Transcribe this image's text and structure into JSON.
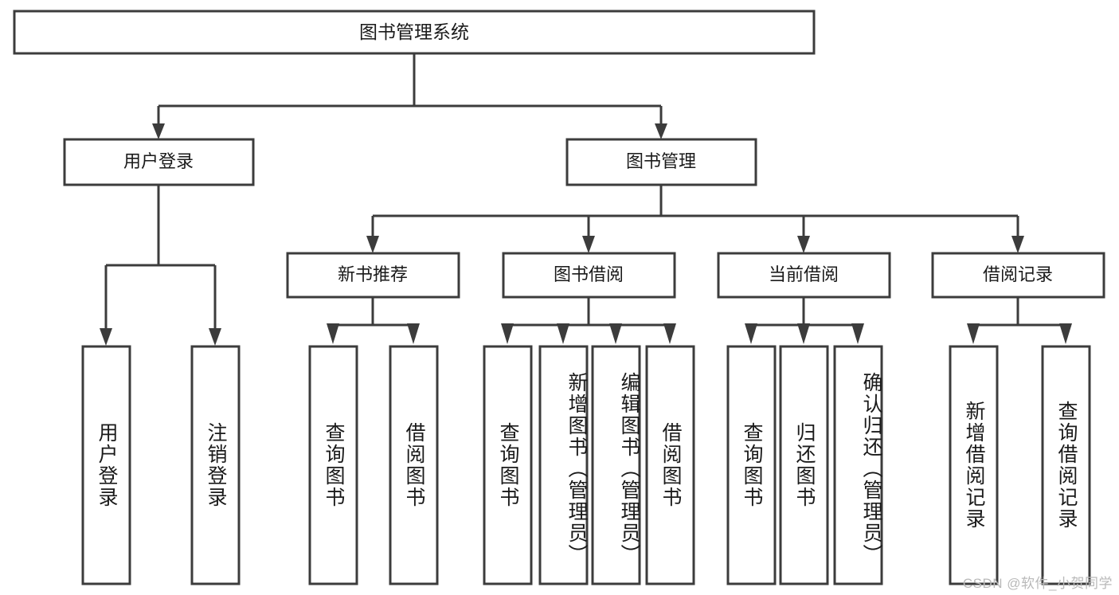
{
  "diagram": {
    "title": "图书管理系统",
    "watermark": "CSDN @软件_小贺同学",
    "colors": {
      "stroke": "#3c3c3c",
      "box_fill": "#ffffff",
      "text": "#1a1a1a",
      "background": "#ffffff",
      "watermark": "#b9b9b9"
    },
    "root": {
      "label": "图书管理系统"
    },
    "level2": [
      {
        "label": "用户登录"
      },
      {
        "label": "图书管理"
      }
    ],
    "level3": [
      {
        "label": "新书推荐"
      },
      {
        "label": "图书借阅"
      },
      {
        "label": "当前借阅"
      },
      {
        "label": "借阅记录"
      }
    ],
    "leaves": {
      "user_login": [
        {
          "label": "用户登录"
        },
        {
          "label": "注销登录"
        }
      ],
      "new_book_recommend": [
        {
          "label": "查询图书"
        },
        {
          "label": "借阅图书"
        }
      ],
      "book_borrow": [
        {
          "label": "查询图书"
        },
        {
          "label": "新增图书（管理员）"
        },
        {
          "label": "编辑图书（管理员）"
        },
        {
          "label": "借阅图书"
        }
      ],
      "current_borrow": [
        {
          "label": "查询图书"
        },
        {
          "label": "归还图书"
        },
        {
          "label": "确认归还（管理员）"
        }
      ],
      "borrow_record": [
        {
          "label": "新增借阅记录"
        },
        {
          "label": "查询借阅记录"
        }
      ]
    }
  }
}
